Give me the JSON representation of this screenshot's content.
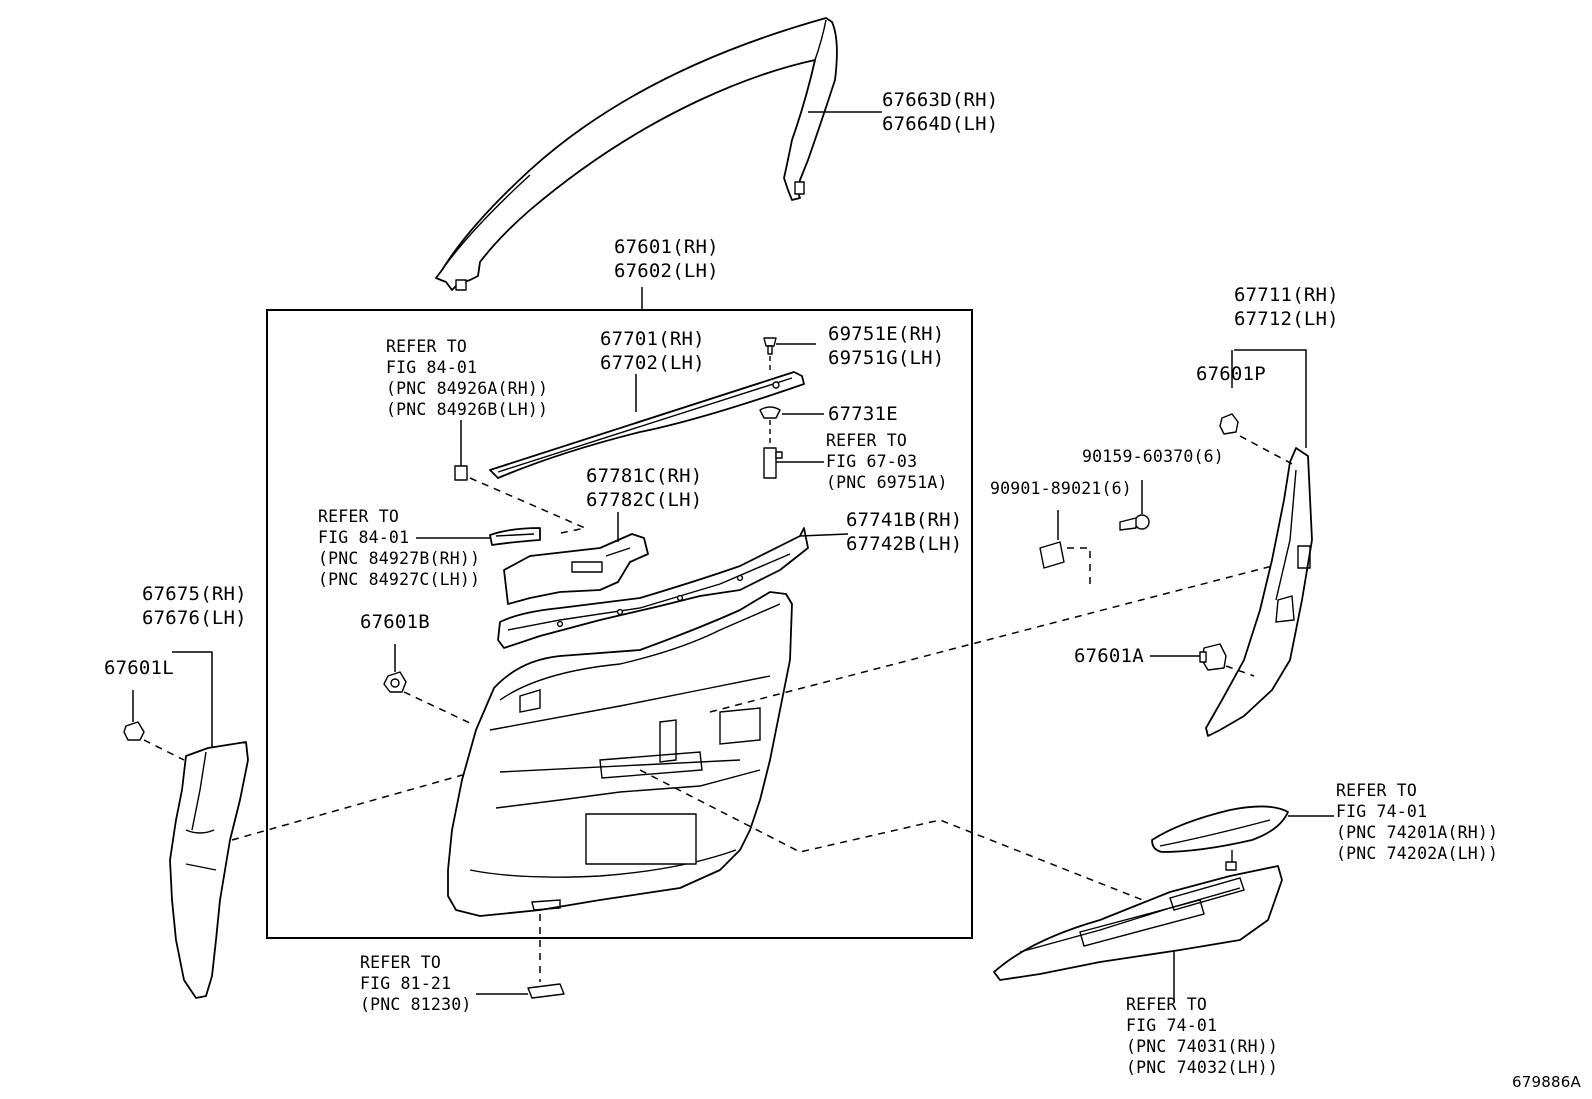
{
  "callouts": {
    "pillar_garnish": [
      "67663D(RH)",
      "67664D(LH)"
    ],
    "board_assy": [
      "67601(RH)",
      "67602(LH)"
    ],
    "refer_upper_left": [
      "REFER TO",
      "FIG 84-01",
      "(PNC 84926A(RH))",
      "(PNC 84926B(LH))"
    ],
    "belt_moulding": [
      "67701(RH)",
      "67702(LH)"
    ],
    "clip_69751": [
      "69751E(RH)",
      "69751G(LH)"
    ],
    "clip_67731": "67731E",
    "refer_67_03": [
      "REFER TO",
      "FIG 67-03",
      "(PNC 69751A)"
    ],
    "armrest_base": [
      "67781C(RH)",
      "67782C(LH)"
    ],
    "refer_handle": [
      "REFER TO",
      "FIG 84-01",
      "(PNC 84927B(RH))",
      "(PNC 84927C(LH))"
    ],
    "upper_panel": [
      "67741B(RH)",
      "67742B(LH)"
    ],
    "clip_b": "67601B",
    "lower_left_garnish": [
      "67675(RH)",
      "67676(LH)"
    ],
    "clip_l": "67601L",
    "refer_81_21": [
      "REFER TO",
      "FIG 81-21",
      "(PNC 81230)"
    ],
    "rear_garnish": [
      "67711(RH)",
      "67712(LH)"
    ],
    "clip_p": "67601P",
    "screw": "90159-60370(6)",
    "nut": "90901-89021(6)",
    "clip_a": "67601A",
    "refer_74_upper": [
      "REFER TO",
      "FIG 74-01",
      "(PNC 74201A(RH))",
      "(PNC 74202A(LH))"
    ],
    "refer_74_lower": [
      "REFER TO",
      "FIG 74-01",
      "(PNC 74031(RH))",
      "(PNC 74032(LH))"
    ]
  },
  "figure_code": "679886A"
}
